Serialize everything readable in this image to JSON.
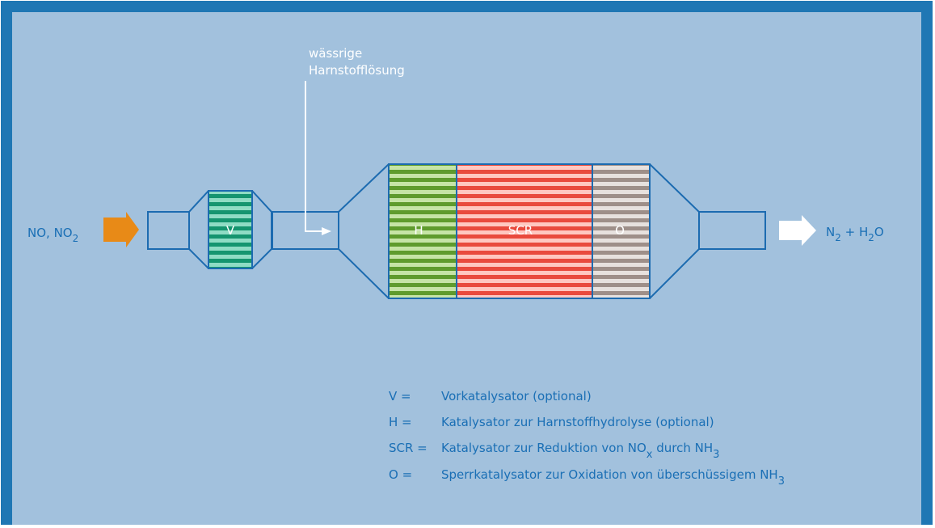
{
  "colors": {
    "background": "#a2c1dd",
    "frame": "#1f77b4",
    "outline": "#1c6bb0",
    "text_blue": "#1a6fb5",
    "text_white": "#ffffff",
    "arrow_in": "#e88a17",
    "arrow_out": "#ffffff",
    "pipe_fill": "#a2c1dd",
    "stripe_V": [
      "#15956f",
      "#8fdcc4"
    ],
    "stripe_H": [
      "#5f9b2d",
      "#c6e4a6"
    ],
    "stripe_SCR": [
      "#e94a3d",
      "#ffc7c0"
    ],
    "stripe_O": [
      "#9e8f89",
      "#e7e1de"
    ]
  },
  "diagram": {
    "input": {
      "base": "NO, NO",
      "sub": "2"
    },
    "injection": {
      "line1": "wässrige",
      "line2": "Harnstofflösung"
    },
    "output": {
      "n": "N",
      "n_sub": "2",
      "plus_h": " + H",
      "h_sub": "2",
      "o": "O"
    },
    "blocks": {
      "v": "V",
      "h": "H",
      "scr": "SCR",
      "o": "O"
    }
  },
  "legend": [
    {
      "key": "V =",
      "text": "Vorkatalysator (optional)"
    },
    {
      "key": "H =",
      "text": "Katalysator zur Harnstoffhydrolyse (optional)"
    },
    {
      "key": "SCR =",
      "t1": "Katalysator zur Reduktion von NO",
      "s1": "x",
      "t2": " durch NH",
      "s2": "3"
    },
    {
      "key": "O =",
      "t1": "Sperrkatalysator zur Oxidation von überschüssigem NH",
      "s1": "3"
    }
  ]
}
